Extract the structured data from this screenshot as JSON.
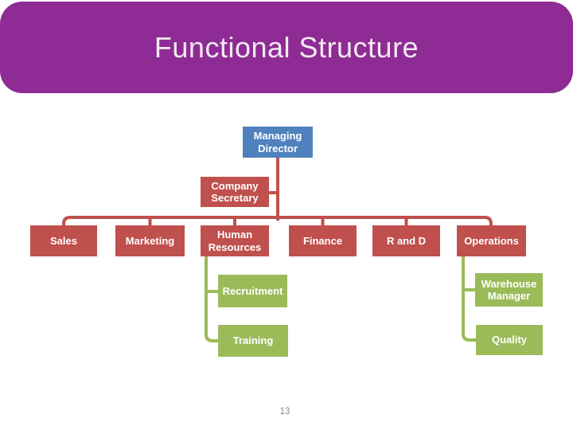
{
  "slide": {
    "title": "Functional Structure",
    "page_number": "13"
  },
  "colors": {
    "header_banner": "#8E2B94",
    "root_blue": "#4F81BD",
    "department_red": "#C0504D",
    "child_green": "#9BBB59",
    "connector_red": "#C0504D",
    "connector_green": "#9BBB59",
    "box_text": "#FFFFFF",
    "title_text": "#F3E9F2",
    "page_number_text": "#8C8C8C"
  },
  "org_chart": {
    "root": {
      "label": "Managing Director"
    },
    "assistant": {
      "label": "Company Secretary"
    },
    "departments": [
      {
        "label": "Sales"
      },
      {
        "label": "Marketing"
      },
      {
        "label": "Human Resources",
        "children": [
          {
            "label": "Recruitment"
          },
          {
            "label": "Training"
          }
        ]
      },
      {
        "label": "Finance"
      },
      {
        "label": "R and D"
      },
      {
        "label": "Operations",
        "children": [
          {
            "label": "Warehouse Manager"
          },
          {
            "label": "Quality"
          }
        ]
      }
    ]
  }
}
